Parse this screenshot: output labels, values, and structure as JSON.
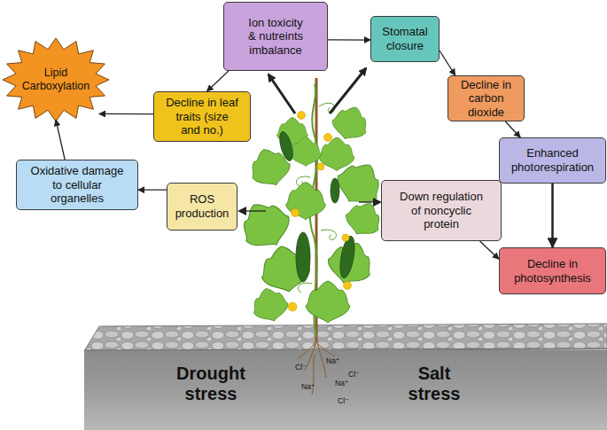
{
  "diagram": {
    "nodes": [
      {
        "text": [
          "Ion toxicity & nutreints imbalance"
        ]
      },
      {
        "text": [
          "Stomatal closure"
        ]
      },
      {
        "text": [
          "Lipid Carboxylation"
        ]
      },
      {
        "text": [
          "Decline in leaf traits (size and no.)"
        ]
      },
      {
        "text": [
          "Decline in carbon dioxide"
        ]
      },
      {
        "text": [
          "Enhanced photorespiration"
        ]
      },
      {
        "text": [
          "Oxidative damage to cellular organelles"
        ]
      },
      {
        "text": [
          "ROS production"
        ]
      },
      {
        "text": [
          "Down regulation of noncyclic protein"
        ]
      },
      {
        "text": [
          "Decline in photosynthesis"
        ]
      }
    ],
    "edges": [
      {
        "from": 0,
        "to": 3,
        "arrow": "to"
      },
      {
        "from": 0,
        "to": 1,
        "arrow": "to"
      },
      {
        "from": 1,
        "to": 4,
        "arrow": "to"
      },
      {
        "from": 4,
        "to": 5,
        "arrow": "to"
      },
      {
        "from": 5,
        "to": 9,
        "arrow": "to"
      },
      {
        "from": 3,
        "to": 2,
        "arrow": "to"
      },
      {
        "from": 6,
        "to": 2,
        "arrow": "to"
      },
      {
        "from": 7,
        "to": 6,
        "arrow": "to"
      },
      {
        "from": 8,
        "to": 9,
        "arrow": "to"
      }
    ],
    "labels": [
      "Na⁺",
      "Cl⁻",
      "Cl⁻",
      "Na⁺",
      "Na⁺",
      "Cl⁻",
      "Drought stress",
      "Salt stress"
    ]
  }
}
